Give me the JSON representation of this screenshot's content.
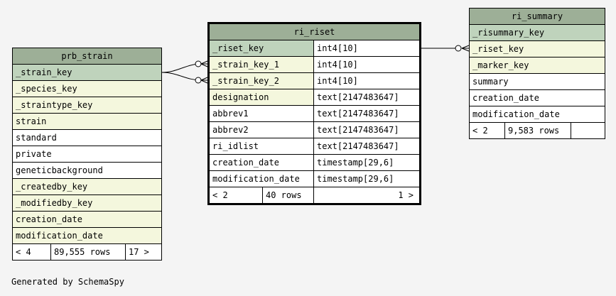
{
  "footer_text": "Generated by SchemaSpy",
  "tables": {
    "prb_strain": {
      "title": "prb_strain",
      "columns": [
        {
          "name": "_strain_key",
          "kind": "pk"
        },
        {
          "name": "_species_key",
          "kind": "fk"
        },
        {
          "name": "_straintype_key",
          "kind": "fk"
        },
        {
          "name": "strain",
          "kind": "fk"
        },
        {
          "name": "standard",
          "kind": "plain"
        },
        {
          "name": "private",
          "kind": "plain"
        },
        {
          "name": "geneticbackground",
          "kind": "plain"
        },
        {
          "name": "_createdby_key",
          "kind": "fk"
        },
        {
          "name": "_modifiedby_key",
          "kind": "fk"
        },
        {
          "name": "creation_date",
          "kind": "fk"
        },
        {
          "name": "modification_date",
          "kind": "fk"
        }
      ],
      "footer": {
        "parents": "< 4",
        "rows": "89,555 rows",
        "children": "17 >"
      }
    },
    "ri_riset": {
      "title": "ri_riset",
      "columns": [
        {
          "name": "_riset_key",
          "type": "int4[10]",
          "kind": "pk"
        },
        {
          "name": "_strain_key_1",
          "type": "int4[10]",
          "kind": "fk"
        },
        {
          "name": "_strain_key_2",
          "type": "int4[10]",
          "kind": "fk"
        },
        {
          "name": "designation",
          "type": "text[2147483647]",
          "kind": "fk"
        },
        {
          "name": "abbrev1",
          "type": "text[2147483647]",
          "kind": "plain"
        },
        {
          "name": "abbrev2",
          "type": "text[2147483647]",
          "kind": "plain"
        },
        {
          "name": "ri_idlist",
          "type": "text[2147483647]",
          "kind": "plain"
        },
        {
          "name": "creation_date",
          "type": "timestamp[29,6]",
          "kind": "plain"
        },
        {
          "name": "modification_date",
          "type": "timestamp[29,6]",
          "kind": "plain"
        }
      ],
      "footer": {
        "parents": "< 2",
        "rows": "40 rows",
        "children": "1 >"
      }
    },
    "ri_summary": {
      "title": "ri_summary",
      "columns": [
        {
          "name": "_risummary_key",
          "kind": "pk"
        },
        {
          "name": "_riset_key",
          "kind": "fk"
        },
        {
          "name": "_marker_key",
          "kind": "fk"
        },
        {
          "name": "summary",
          "kind": "plain"
        },
        {
          "name": "creation_date",
          "kind": "plain"
        },
        {
          "name": "modification_date",
          "kind": "plain"
        }
      ],
      "footer": {
        "parents": "< 2",
        "rows": "9,583 rows",
        "children": ""
      }
    }
  },
  "colors": {
    "title_bg": "#9daf97",
    "pk_bg": "#bfd3bc",
    "fk_bg": "#f4f7dd"
  }
}
